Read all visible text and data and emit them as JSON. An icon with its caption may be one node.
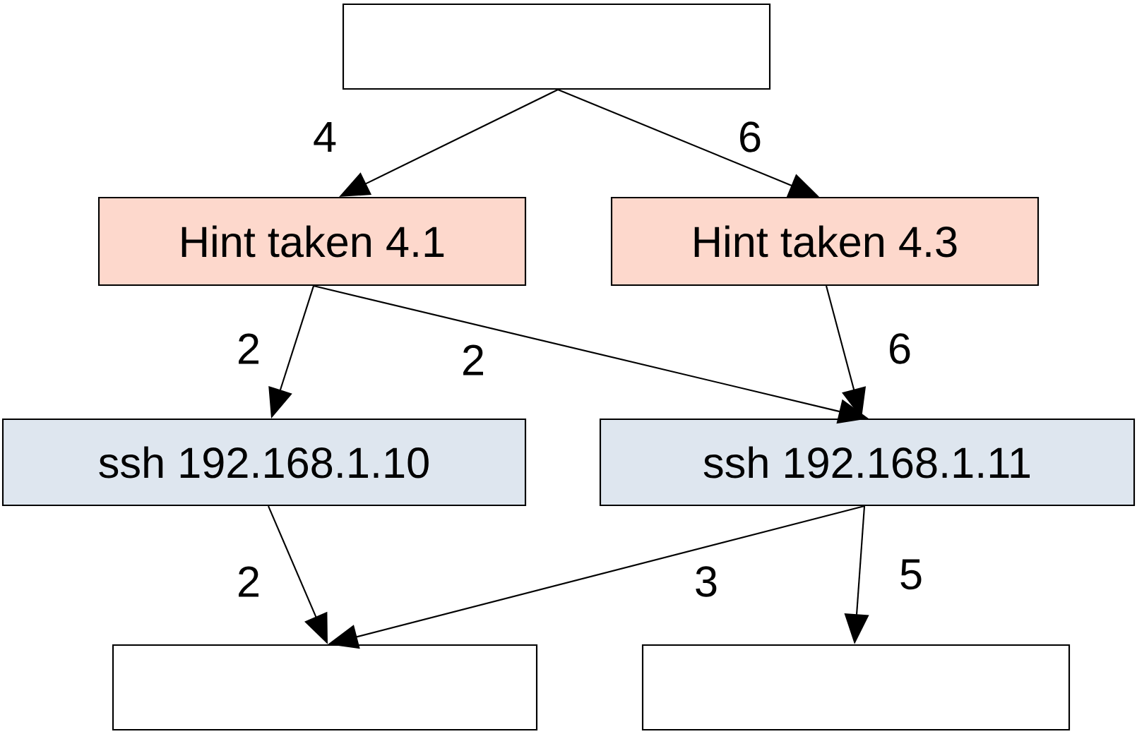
{
  "diagram": {
    "nodes": [
      {
        "text": [],
        "shape": "box"
      },
      {
        "text": [
          "Hint taken 4.1"
        ]
      },
      {
        "text": [
          "Hint taken 4.3"
        ]
      },
      {
        "text": [
          "ssh 192.168.1.10"
        ]
      },
      {
        "text": [
          "ssh 192.168.1.11"
        ]
      },
      {
        "text": [],
        "shape": "box"
      },
      {
        "text": [],
        "shape": "box"
      }
    ],
    "edges": [
      {
        "from": 0,
        "to": 1,
        "arrow": "to",
        "label": "4"
      },
      {
        "from": 0,
        "to": 2,
        "arrow": "to",
        "label": "6"
      },
      {
        "from": 1,
        "to": 3,
        "arrow": "to",
        "label": "2"
      },
      {
        "from": 1,
        "to": 4,
        "arrow": "to",
        "label": "2"
      },
      {
        "from": 2,
        "to": 4,
        "arrow": "to",
        "label": "6"
      },
      {
        "from": 3,
        "to": 5,
        "arrow": "to",
        "label": "2"
      },
      {
        "from": 4,
        "to": 5,
        "arrow": "to",
        "label": "3"
      },
      {
        "from": 4,
        "to": 6,
        "arrow": "to",
        "label": "5"
      }
    ]
  }
}
